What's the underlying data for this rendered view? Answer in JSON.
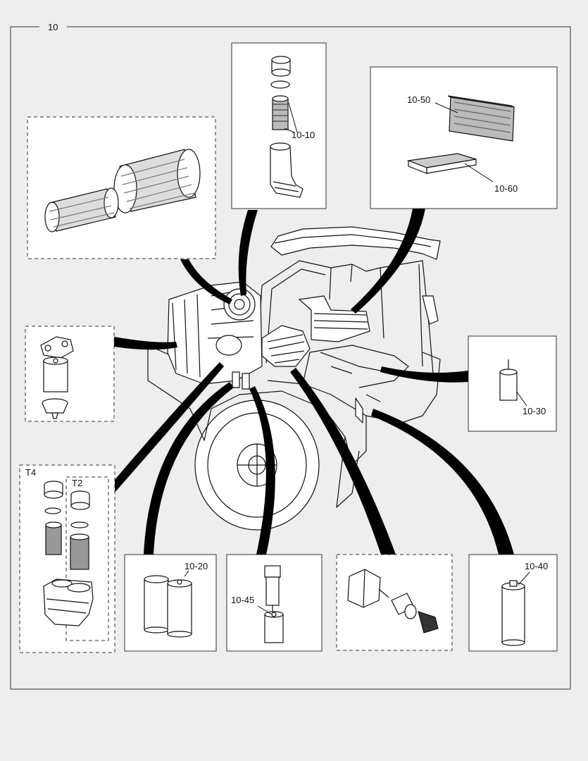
{
  "page": {
    "number": "10"
  },
  "callouts": {
    "c10_10": "10-10",
    "c10_20": "10-20",
    "c10_30": "10-30",
    "c10_40": "10-40",
    "c10_45": "10-45",
    "c10_50": "10-50",
    "c10_60": "10-60"
  },
  "variants": {
    "t4": "T4",
    "t2": "T2"
  },
  "colors": {
    "background": "#eeeeee",
    "panel": "#ffffff",
    "ink": "#111111"
  }
}
